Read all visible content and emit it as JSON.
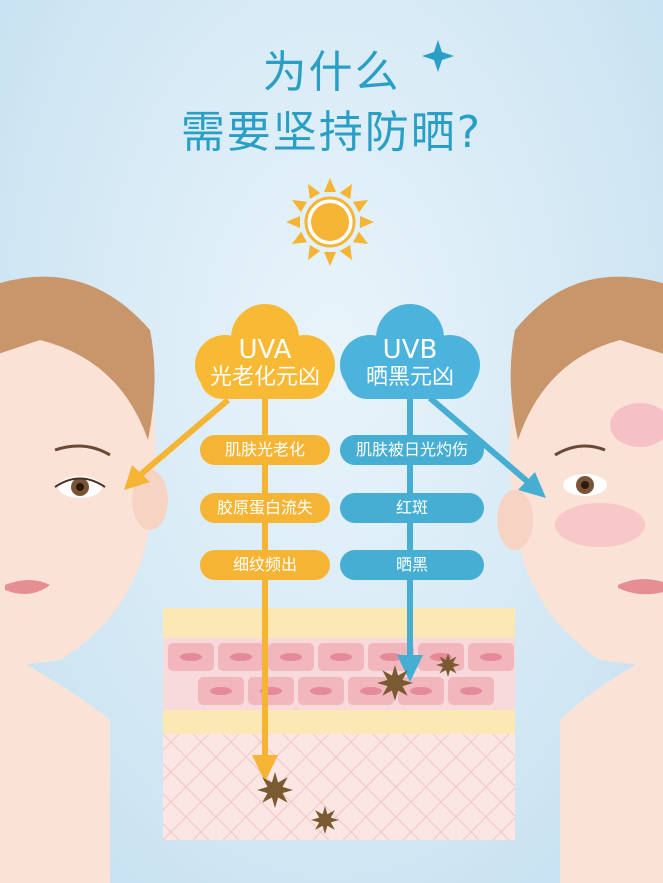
{
  "title": {
    "line1": "为什么",
    "line2": "需要坚持防晒?"
  },
  "colors": {
    "title": "#2a9fc6",
    "uva": "#f6b434",
    "uvb": "#46aed3",
    "star": "#7a5a30"
  },
  "uva": {
    "name": "UVA",
    "desc": "光老化元凶",
    "effects": [
      "肌肤光老化",
      "胶原蛋白流失",
      "细纹频出"
    ]
  },
  "uvb": {
    "name": "UVB",
    "desc": "晒黑元凶",
    "effects": [
      "肌肤被日光灼伤",
      "红斑",
      "晒黑"
    ]
  },
  "icons": [
    "sun-icon",
    "sparkle-icon",
    "cloud-icon",
    "burst-icon"
  ]
}
